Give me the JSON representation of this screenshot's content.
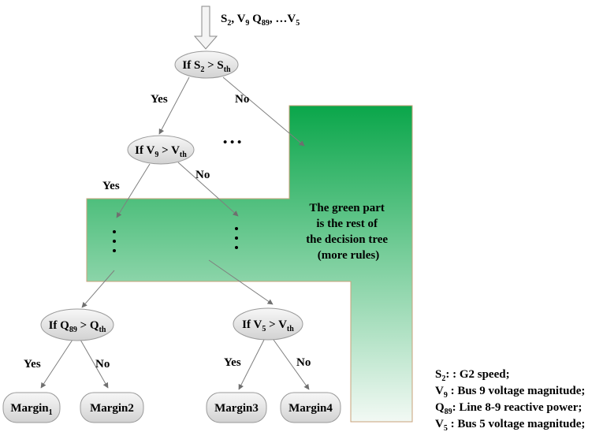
{
  "input": {
    "S": "S",
    "S_sub": "2",
    "sep1": ", ",
    "V": "V",
    "V_sub": "9",
    "sep2": " ",
    "Q": "Q",
    "Q_sub": "89",
    "sep3": ", …",
    "V2": "V",
    "V2_sub": "5"
  },
  "nodes": {
    "root": {
      "a": "If S",
      "a_sub": "2",
      "b": " > S",
      "b_sub": "th"
    },
    "v9": {
      "a": "If V",
      "a_sub": "9",
      "b": " > V",
      "b_sub": "th"
    },
    "q89": {
      "a": "If Q",
      "a_sub": "89",
      "b": " > Q",
      "b_sub": "th"
    },
    "v5": {
      "a": "If V",
      "a_sub": "5",
      "b": " > V",
      "b_sub": "th"
    }
  },
  "edge_labels": {
    "yes": "Yes",
    "no": "No"
  },
  "ellipsis_h": "• • •",
  "green_text": [
    "The green part",
    "is the rest of",
    "the decision tree",
    "(more rules)"
  ],
  "leaves": {
    "m1": {
      "text": "Margin",
      "sub": "1"
    },
    "m2": {
      "text": "Margin2"
    },
    "m3": {
      "text": "Margin3"
    },
    "m4": {
      "text": "Margin4"
    }
  },
  "legend": [
    {
      "sym": "S",
      "sub": "2",
      "text": ": : G2 speed;"
    },
    {
      "sym": "V",
      "sub": "9",
      "text": " : Bus 9 voltage magnitude;"
    },
    {
      "sym": "Q",
      "sub": "89",
      "text": ": Line 8-9 reactive power;"
    },
    {
      "sym": "V",
      "sub": "5",
      "text": " : Bus 5 voltage magnitude;"
    }
  ],
  "colors": {
    "green_top": "#0aa64a",
    "green_bottom": "#f2f9f4",
    "node_fill_top": "#f7f7f7",
    "node_fill_bottom": "#d2d2d2",
    "edge": "#7f7f7f",
    "green_border": "#c8a27a"
  }
}
